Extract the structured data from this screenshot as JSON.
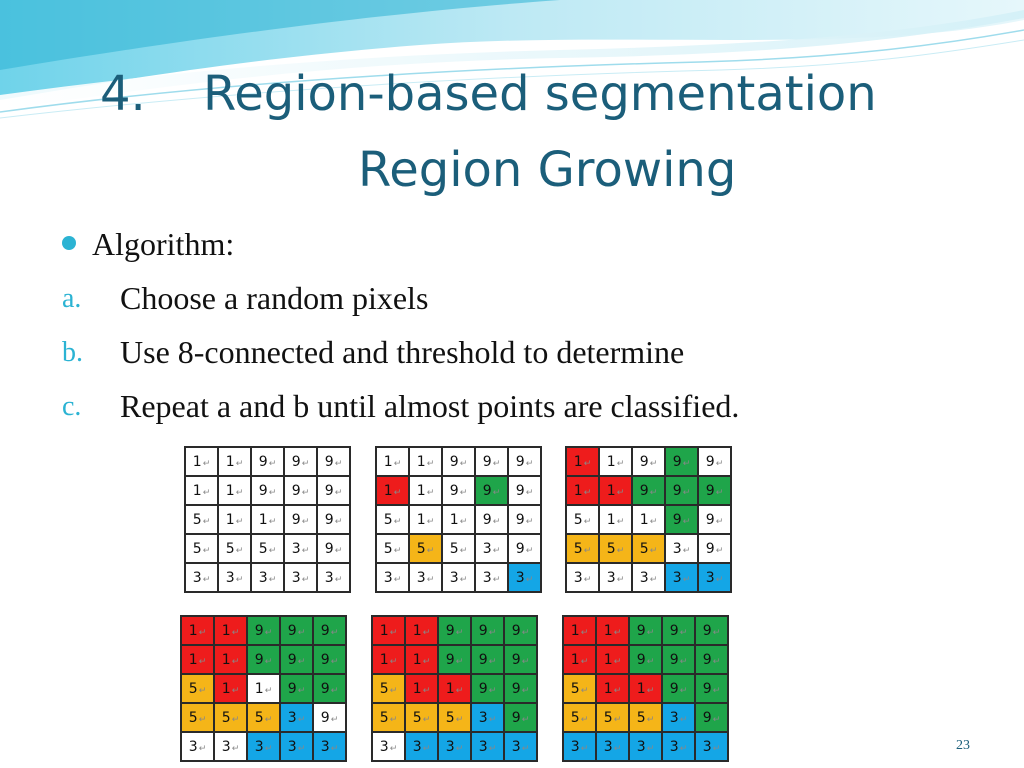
{
  "slide": {
    "title_number": "4.",
    "title_text": "Region-based segmentation",
    "subtitle": "Region Growing",
    "bullet_heading": "Algorithm:",
    "steps": [
      {
        "marker": "a.",
        "text": "Choose a random pixels"
      },
      {
        "marker": "b.",
        "text": "Use 8-connected and threshold to determine"
      },
      {
        "marker": "c.",
        "text": "Repeat a and b until almost points are classified."
      }
    ],
    "page_number": "23",
    "colors": {
      "title": "#1b5e7a",
      "accent": "#2bb3d3",
      "red": "#ee1c1c",
      "green": "#1fa54a",
      "yellow": "#f5b518",
      "blue": "#14a6e6"
    }
  },
  "grids": [
    {
      "values": [
        [
          "1",
          "1",
          "9",
          "9",
          "9"
        ],
        [
          "1",
          "1",
          "9",
          "9",
          "9"
        ],
        [
          "5",
          "1",
          "1",
          "9",
          "9"
        ],
        [
          "5",
          "5",
          "5",
          "3",
          "9"
        ],
        [
          "3",
          "3",
          "3",
          "3",
          "3"
        ]
      ],
      "colors": [
        [
          "w",
          "w",
          "w",
          "w",
          "w"
        ],
        [
          "w",
          "w",
          "w",
          "w",
          "w"
        ],
        [
          "w",
          "w",
          "w",
          "w",
          "w"
        ],
        [
          "w",
          "w",
          "w",
          "w",
          "w"
        ],
        [
          "w",
          "w",
          "w",
          "w",
          "w"
        ]
      ]
    },
    {
      "values": [
        [
          "1",
          "1",
          "9",
          "9",
          "9"
        ],
        [
          "1",
          "1",
          "9",
          "9",
          "9"
        ],
        [
          "5",
          "1",
          "1",
          "9",
          "9"
        ],
        [
          "5",
          "5",
          "5",
          "3",
          "9"
        ],
        [
          "3",
          "3",
          "3",
          "3",
          "3"
        ]
      ],
      "colors": [
        [
          "w",
          "w",
          "w",
          "w",
          "w"
        ],
        [
          "r",
          "w",
          "w",
          "g",
          "w"
        ],
        [
          "w",
          "w",
          "w",
          "w",
          "w"
        ],
        [
          "w",
          "y",
          "w",
          "w",
          "w"
        ],
        [
          "w",
          "w",
          "w",
          "w",
          "b"
        ]
      ]
    },
    {
      "values": [
        [
          "1",
          "1",
          "9",
          "9",
          "9"
        ],
        [
          "1",
          "1",
          "9",
          "9",
          "9"
        ],
        [
          "5",
          "1",
          "1",
          "9",
          "9"
        ],
        [
          "5",
          "5",
          "5",
          "3",
          "9"
        ],
        [
          "3",
          "3",
          "3",
          "3",
          "3"
        ]
      ],
      "colors": [
        [
          "r",
          "w",
          "w",
          "g",
          "w"
        ],
        [
          "r",
          "r",
          "g",
          "g",
          "g"
        ],
        [
          "w",
          "w",
          "w",
          "g",
          "w"
        ],
        [
          "y",
          "y",
          "y",
          "w",
          "w"
        ],
        [
          "w",
          "w",
          "w",
          "b",
          "b"
        ]
      ]
    },
    {
      "values": [
        [
          "1",
          "1",
          "9",
          "9",
          "9"
        ],
        [
          "1",
          "1",
          "9",
          "9",
          "9"
        ],
        [
          "5",
          "1",
          "1",
          "9",
          "9"
        ],
        [
          "5",
          "5",
          "5",
          "3",
          "9"
        ],
        [
          "3",
          "3",
          "3",
          "3",
          "3"
        ]
      ],
      "colors": [
        [
          "r",
          "r",
          "g",
          "g",
          "g"
        ],
        [
          "r",
          "r",
          "g",
          "g",
          "g"
        ],
        [
          "y",
          "r",
          "w",
          "g",
          "g"
        ],
        [
          "y",
          "y",
          "y",
          "b",
          "w"
        ],
        [
          "w",
          "w",
          "b",
          "b",
          "b"
        ]
      ]
    },
    {
      "values": [
        [
          "1",
          "1",
          "9",
          "9",
          "9"
        ],
        [
          "1",
          "1",
          "9",
          "9",
          "9"
        ],
        [
          "5",
          "1",
          "1",
          "9",
          "9"
        ],
        [
          "5",
          "5",
          "5",
          "3",
          "9"
        ],
        [
          "3",
          "3",
          "3",
          "3",
          "3"
        ]
      ],
      "colors": [
        [
          "r",
          "r",
          "g",
          "g",
          "g"
        ],
        [
          "r",
          "r",
          "g",
          "g",
          "g"
        ],
        [
          "y",
          "r",
          "r",
          "g",
          "g"
        ],
        [
          "y",
          "y",
          "y",
          "b",
          "g"
        ],
        [
          "w",
          "b",
          "b",
          "b",
          "b"
        ]
      ]
    },
    {
      "values": [
        [
          "1",
          "1",
          "9",
          "9",
          "9"
        ],
        [
          "1",
          "1",
          "9",
          "9",
          "9"
        ],
        [
          "5",
          "1",
          "1",
          "9",
          "9"
        ],
        [
          "5",
          "5",
          "5",
          "3",
          "9"
        ],
        [
          "3",
          "3",
          "3",
          "3",
          "3"
        ]
      ],
      "colors": [
        [
          "r",
          "r",
          "g",
          "g",
          "g"
        ],
        [
          "r",
          "r",
          "g",
          "g",
          "g"
        ],
        [
          "y",
          "r",
          "r",
          "g",
          "g"
        ],
        [
          "y",
          "y",
          "y",
          "b",
          "g"
        ],
        [
          "b",
          "b",
          "b",
          "b",
          "b"
        ]
      ]
    }
  ]
}
